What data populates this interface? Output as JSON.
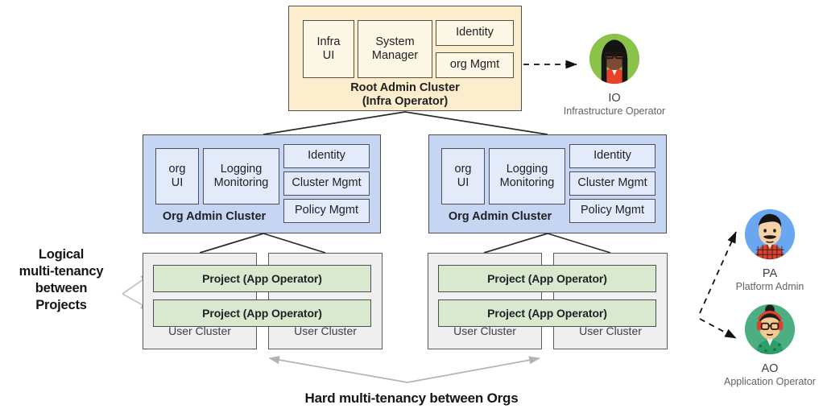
{
  "diagram": {
    "root_cluster": {
      "title_line1": "Root Admin Cluster",
      "title_line2": "(Infra Operator)",
      "fill": "#FCEECC",
      "components": [
        {
          "label_line1": "Infra",
          "label_line2": "UI"
        },
        {
          "label_line1": "System",
          "label_line2": "Manager"
        },
        {
          "label_line1": "Identity",
          "label_line2": ""
        },
        {
          "label_line1": "org Mgmt",
          "label_line2": ""
        }
      ]
    },
    "org_clusters": [
      {
        "title": "Org Admin Cluster",
        "fill": "#C6D6F2",
        "components": [
          {
            "label_line1": "org",
            "label_line2": "UI"
          },
          {
            "label_line1": "Logging",
            "label_line2": "Monitoring"
          },
          {
            "label_line1": "Identity",
            "label_line2": ""
          },
          {
            "label_line1": "Cluster Mgmt",
            "label_line2": ""
          },
          {
            "label_line1": "Policy Mgmt",
            "label_line2": ""
          }
        ],
        "user_clusters": [
          {
            "label": "User Cluster"
          },
          {
            "label": "User Cluster"
          }
        ],
        "projects": [
          {
            "label": "Project (App Operator)"
          },
          {
            "label": "Project (App Operator)"
          }
        ]
      },
      {
        "title": "Org Admin Cluster",
        "fill": "#C6D6F2",
        "components": [
          {
            "label_line1": "org",
            "label_line2": "UI"
          },
          {
            "label_line1": "Logging",
            "label_line2": "Monitoring"
          },
          {
            "label_line1": "Identity",
            "label_line2": ""
          },
          {
            "label_line1": "Cluster Mgmt",
            "label_line2": ""
          },
          {
            "label_line1": "Policy Mgmt",
            "label_line2": ""
          }
        ],
        "user_clusters": [
          {
            "label": "User Cluster"
          },
          {
            "label": "User Cluster"
          }
        ],
        "projects": [
          {
            "label": "Project (App Operator)"
          },
          {
            "label": "Project  (App Operator)"
          }
        ]
      }
    ],
    "annotations": {
      "left_label_lines": [
        "Logical",
        "multi-tenancy",
        "between",
        "Projects"
      ],
      "bottom_label": "Hard multi-tenancy between Orgs"
    },
    "personas": [
      {
        "abbr": "IO",
        "role": "Infrastructure Operator",
        "circle": "#8BC34A",
        "icon": "avatar-io-icon"
      },
      {
        "abbr": "PA",
        "role": "Platform Admin",
        "circle": "#6BA6F0",
        "icon": "avatar-pa-icon"
      },
      {
        "abbr": "AO",
        "role": "Application Operator",
        "circle": "#4CAF82",
        "icon": "avatar-ao-icon"
      }
    ]
  }
}
